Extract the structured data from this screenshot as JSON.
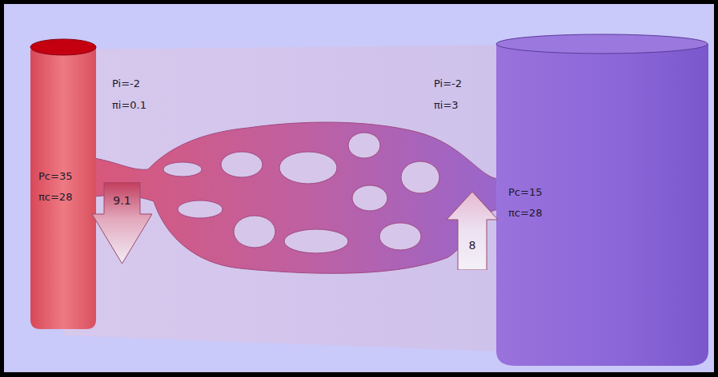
{
  "diagram": {
    "nodes": [
      {
        "text": [
          "9.1"
        ]
      },
      {
        "text": [
          "8"
        ]
      }
    ],
    "labels": [
      "Pi=-2",
      "πi=0.1",
      "Pc=35",
      "πc=28",
      "Pi=-2",
      "πi=3",
      "Pc=15",
      "πc=28"
    ]
  }
}
